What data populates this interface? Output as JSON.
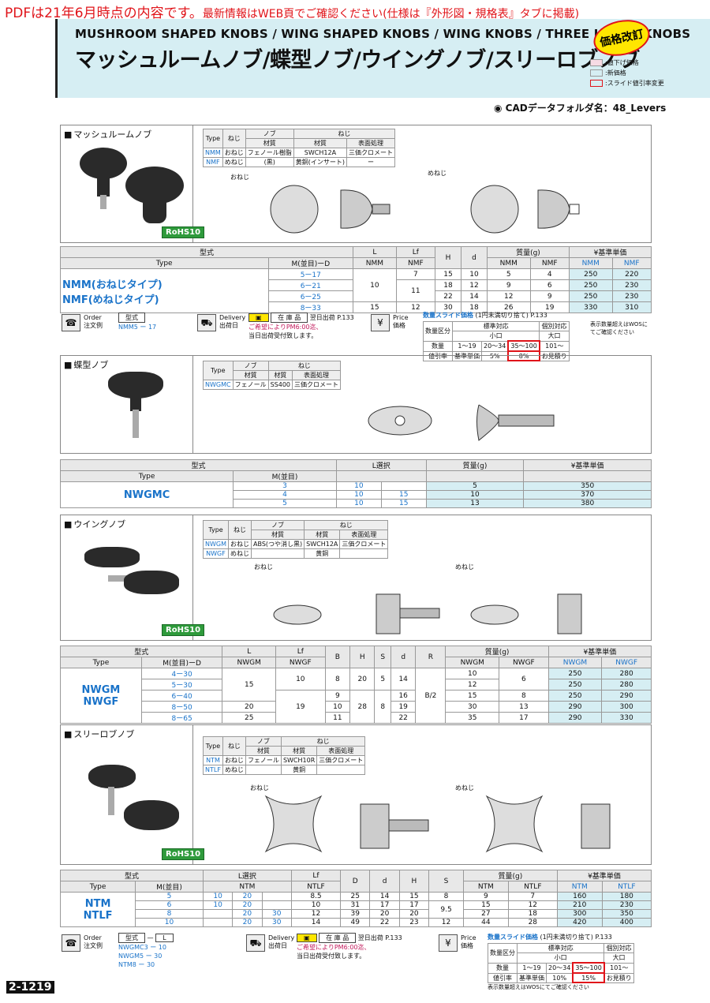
{
  "notice": {
    "lead": "PDFは21年6月時点の内容です。",
    "rest": "最新情報はWEB頁でご確認ください(仕様は『外形図・規格表』タブに掲載)"
  },
  "header": {
    "en": "MUSHROOM SHAPED KNOBS / WING SHAPED KNOBS / WING KNOBS / THREE LOBED KNOBS",
    "jp": "マッシュルームノブ/蝶型ノブ/ウイングノブ/スリーロブノブ",
    "badge": "価格改訂",
    "legend": [
      {
        "label": ":値下げ価格",
        "color": "#f7dbe5"
      },
      {
        "label": ":新価格",
        "color": "#d6eef3"
      },
      {
        "label": ":スライド値引率変更",
        "color": "#ffffff",
        "border": "#e0141a"
      }
    ]
  },
  "cad": "CADデータフォルダ名：48_Levers",
  "common": {
    "rohs": "RoHS10",
    "oneji": "おねじ",
    "meneji": "めねじ",
    "type": "Type",
    "neji": "ねじ",
    "nobu": "ノブ",
    "zaishitsu": "材質",
    "hyomen": "表面処理",
    "katashiki": "型式",
    "order": "Order",
    "order_jp": "注文例",
    "delivery": "Delivery",
    "delivery_jp": "出荷日",
    "zaiko": "在 庫 品",
    "yokujitsu": "翌日出荷",
    "p133": "P.133",
    "kibou": "ご希望によりPM6:00迄、",
    "tojitsu": "当日出荷受付致します。",
    "price": "Price",
    "price_jp": "価格",
    "slide": "数量スライド価格",
    "slide_note": "(1円未満切り捨て)",
    "slide_p": "P.133",
    "hyojun": "標準対応",
    "kobetsu": "個別対応",
    "koguchi": "小口",
    "ooguchi": "大口",
    "suryo_kubun": "数量区分",
    "suryo": "数量",
    "nebiki": "値引率",
    "kijun": "基準単価",
    "omitsumori": "お見積り",
    "wos": "表示数量超えはWOSにてご確認ください",
    "price_hdr": "¥基準単価",
    "weight_hdr": "質量(g)"
  },
  "s1": {
    "title": "マッシュルームノブ",
    "spec": [
      [
        "NMM",
        "おねじ",
        "フェノール樹脂",
        "SWCH12A",
        "三価クロメート"
      ],
      [
        "NMF",
        "めねじ",
        "(黒)",
        "黄銅(インサート)",
        "ー"
      ]
    ],
    "hdr": [
      "型式",
      "L",
      "Lf",
      "H",
      "d",
      "質量(g)",
      "¥基準単価"
    ],
    "sub": [
      "Type",
      "M(並目)ーD",
      "NMM",
      "NMF",
      "NMM",
      "NMF",
      "NMM",
      "NMF"
    ],
    "types": [
      "NMM(おねじタイプ)",
      "NMF(めねじタイプ)"
    ],
    "rows": [
      [
        "5ー17",
        "10",
        "7",
        "15",
        "10",
        "5",
        "4",
        "250",
        "220"
      ],
      [
        "6ー21",
        "10",
        "11",
        "18",
        "12",
        "9",
        "6",
        "250",
        "230"
      ],
      [
        "6ー25",
        "10",
        "11",
        "22",
        "14",
        "12",
        "9",
        "250",
        "230"
      ],
      [
        "8ー33",
        "15",
        "12",
        "30",
        "18",
        "26",
        "19",
        "330",
        "310"
      ]
    ],
    "order_ex": "NMM5 ー 17",
    "slide": {
      "qty": [
        "1〜19",
        "20〜34",
        "35〜100",
        "101〜"
      ],
      "rate": [
        "基準単価",
        "5%",
        "8%",
        "お見積り"
      ]
    }
  },
  "s2": {
    "title": "蝶型ノブ",
    "spec": [
      [
        "NWGMC",
        "フェノール",
        "SS400",
        "三価クロメート"
      ]
    ],
    "hdr": [
      "型式",
      "M(並目)",
      "L選択",
      "質量(g)",
      "¥基準単価"
    ],
    "rows": [
      [
        "NWGMC",
        "3",
        "10",
        "",
        "5",
        "350"
      ],
      [
        "",
        "4",
        "10",
        "15",
        "10",
        "370"
      ],
      [
        "",
        "5",
        "10",
        "15",
        "13",
        "380"
      ]
    ]
  },
  "s3": {
    "title": "ウイングノブ",
    "spec": [
      [
        "NWGM",
        "おねじ",
        "ABS(つや消し黒)",
        "SWCH12A",
        "三価クロメート"
      ],
      [
        "NWGF",
        "めねじ",
        "",
        "黄銅",
        ""
      ]
    ],
    "types": [
      "NWGM",
      "NWGF"
    ],
    "rows": [
      [
        "4ー30",
        "15",
        "10",
        "8",
        "20",
        "5",
        "14",
        "B/2",
        "10",
        "6",
        "250",
        "280"
      ],
      [
        "5ー30",
        "",
        "",
        "",
        "",
        "",
        "",
        "",
        "12",
        "",
        "250",
        "280"
      ],
      [
        "6ー40",
        "",
        "",
        "9",
        "",
        "",
        "16",
        "",
        "15",
        "8",
        "250",
        "290"
      ],
      [
        "8ー50",
        "20",
        "19",
        "10",
        "28",
        "8",
        "19",
        "",
        "30",
        "13",
        "290",
        "300"
      ],
      [
        "8ー65",
        "25",
        "",
        "11",
        "",
        "",
        "22",
        "",
        "35",
        "17",
        "290",
        "330"
      ]
    ]
  },
  "s4": {
    "title": "スリーロブノブ",
    "spec": [
      [
        "NTM",
        "おねじ",
        "フェノール",
        "SWCH10R",
        "三価クロメート"
      ],
      [
        "NTLF",
        "めねじ",
        "",
        "黄銅",
        ""
      ]
    ],
    "types": [
      "NTM",
      "NTLF"
    ],
    "rows": [
      [
        "5",
        "10",
        "20",
        "",
        "8.5",
        "25",
        "14",
        "15",
        "8",
        "9",
        "7",
        "160",
        "180"
      ],
      [
        "6",
        "10",
        "20",
        "",
        "10",
        "31",
        "17",
        "17",
        "",
        "15",
        "12",
        "210",
        "230"
      ],
      [
        "8",
        "",
        "20",
        "30",
        "12",
        "39",
        "20",
        "20",
        "9.5",
        "27",
        "18",
        "300",
        "350"
      ],
      [
        "10",
        "",
        "20",
        "30",
        "14",
        "49",
        "22",
        "23",
        "12",
        "44",
        "28",
        "420",
        "400"
      ]
    ],
    "order_ex": [
      "NWGMC3 ー 10",
      "NWGM5 ー 30",
      "NTM8 ー 30"
    ],
    "slide": {
      "qty": [
        "1〜19",
        "20〜34",
        "35〜100",
        "101〜"
      ],
      "rate": [
        "基準単価",
        "10%",
        "15%",
        "お見積り"
      ]
    }
  },
  "page": "2-1219"
}
